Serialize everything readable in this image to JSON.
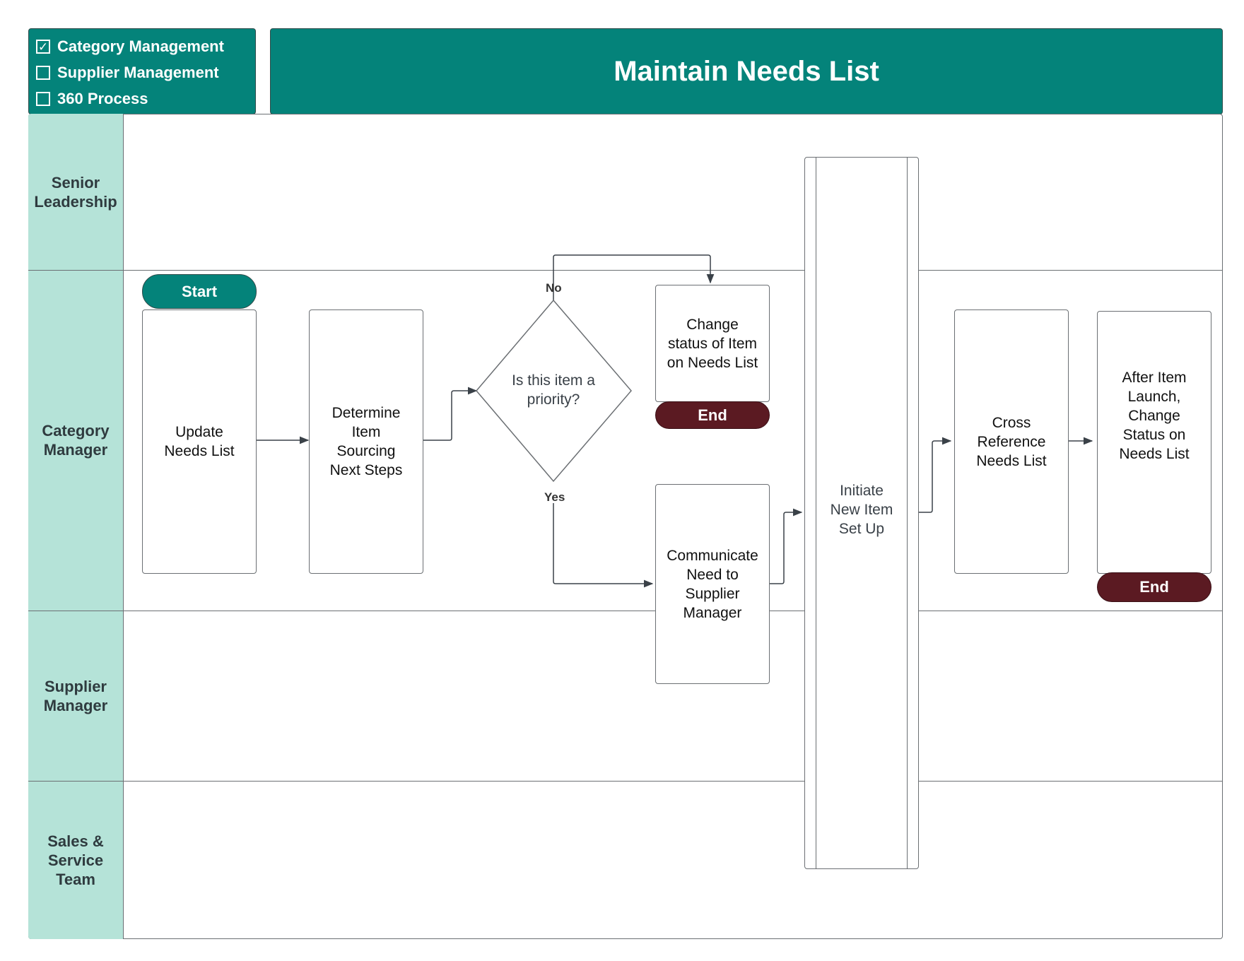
{
  "legend": {
    "items": [
      {
        "label": "Category Management",
        "checked": true
      },
      {
        "label": "Supplier Management",
        "checked": false
      },
      {
        "label": "360 Process",
        "checked": false
      }
    ]
  },
  "title": "Maintain Needs List",
  "lanes": [
    {
      "label": "Senior\nLeadership"
    },
    {
      "label": "Category\nManager"
    },
    {
      "label": "Supplier\nManager"
    },
    {
      "label": "Sales &\nService\nTeam"
    }
  ],
  "nodes": {
    "start": "Start",
    "update_needs_list": "Update\nNeeds List",
    "determine_sourcing": "Determine\nItem\nSourcing\nNext Steps",
    "decision": "Is this item a\npriority?",
    "decision_no": "No",
    "decision_yes": "Yes",
    "change_status": "Change\nstatus of Item\non Needs List",
    "end_top": "End",
    "communicate_need": "Communicate\nNeed to\nSupplier\nManager",
    "initiate_setup": "Initiate\nNew Item\nSet Up",
    "cross_reference": "Cross\nReference\nNeeds List",
    "after_launch": "After Item\nLaunch,\nChange\nStatus on\nNeeds List",
    "end_bottom": "End"
  },
  "colors": {
    "header_teal": "#04837a",
    "lane_mint": "#b5e3d8",
    "end_maroon": "#5b1a22",
    "line": "#6b6f73"
  }
}
